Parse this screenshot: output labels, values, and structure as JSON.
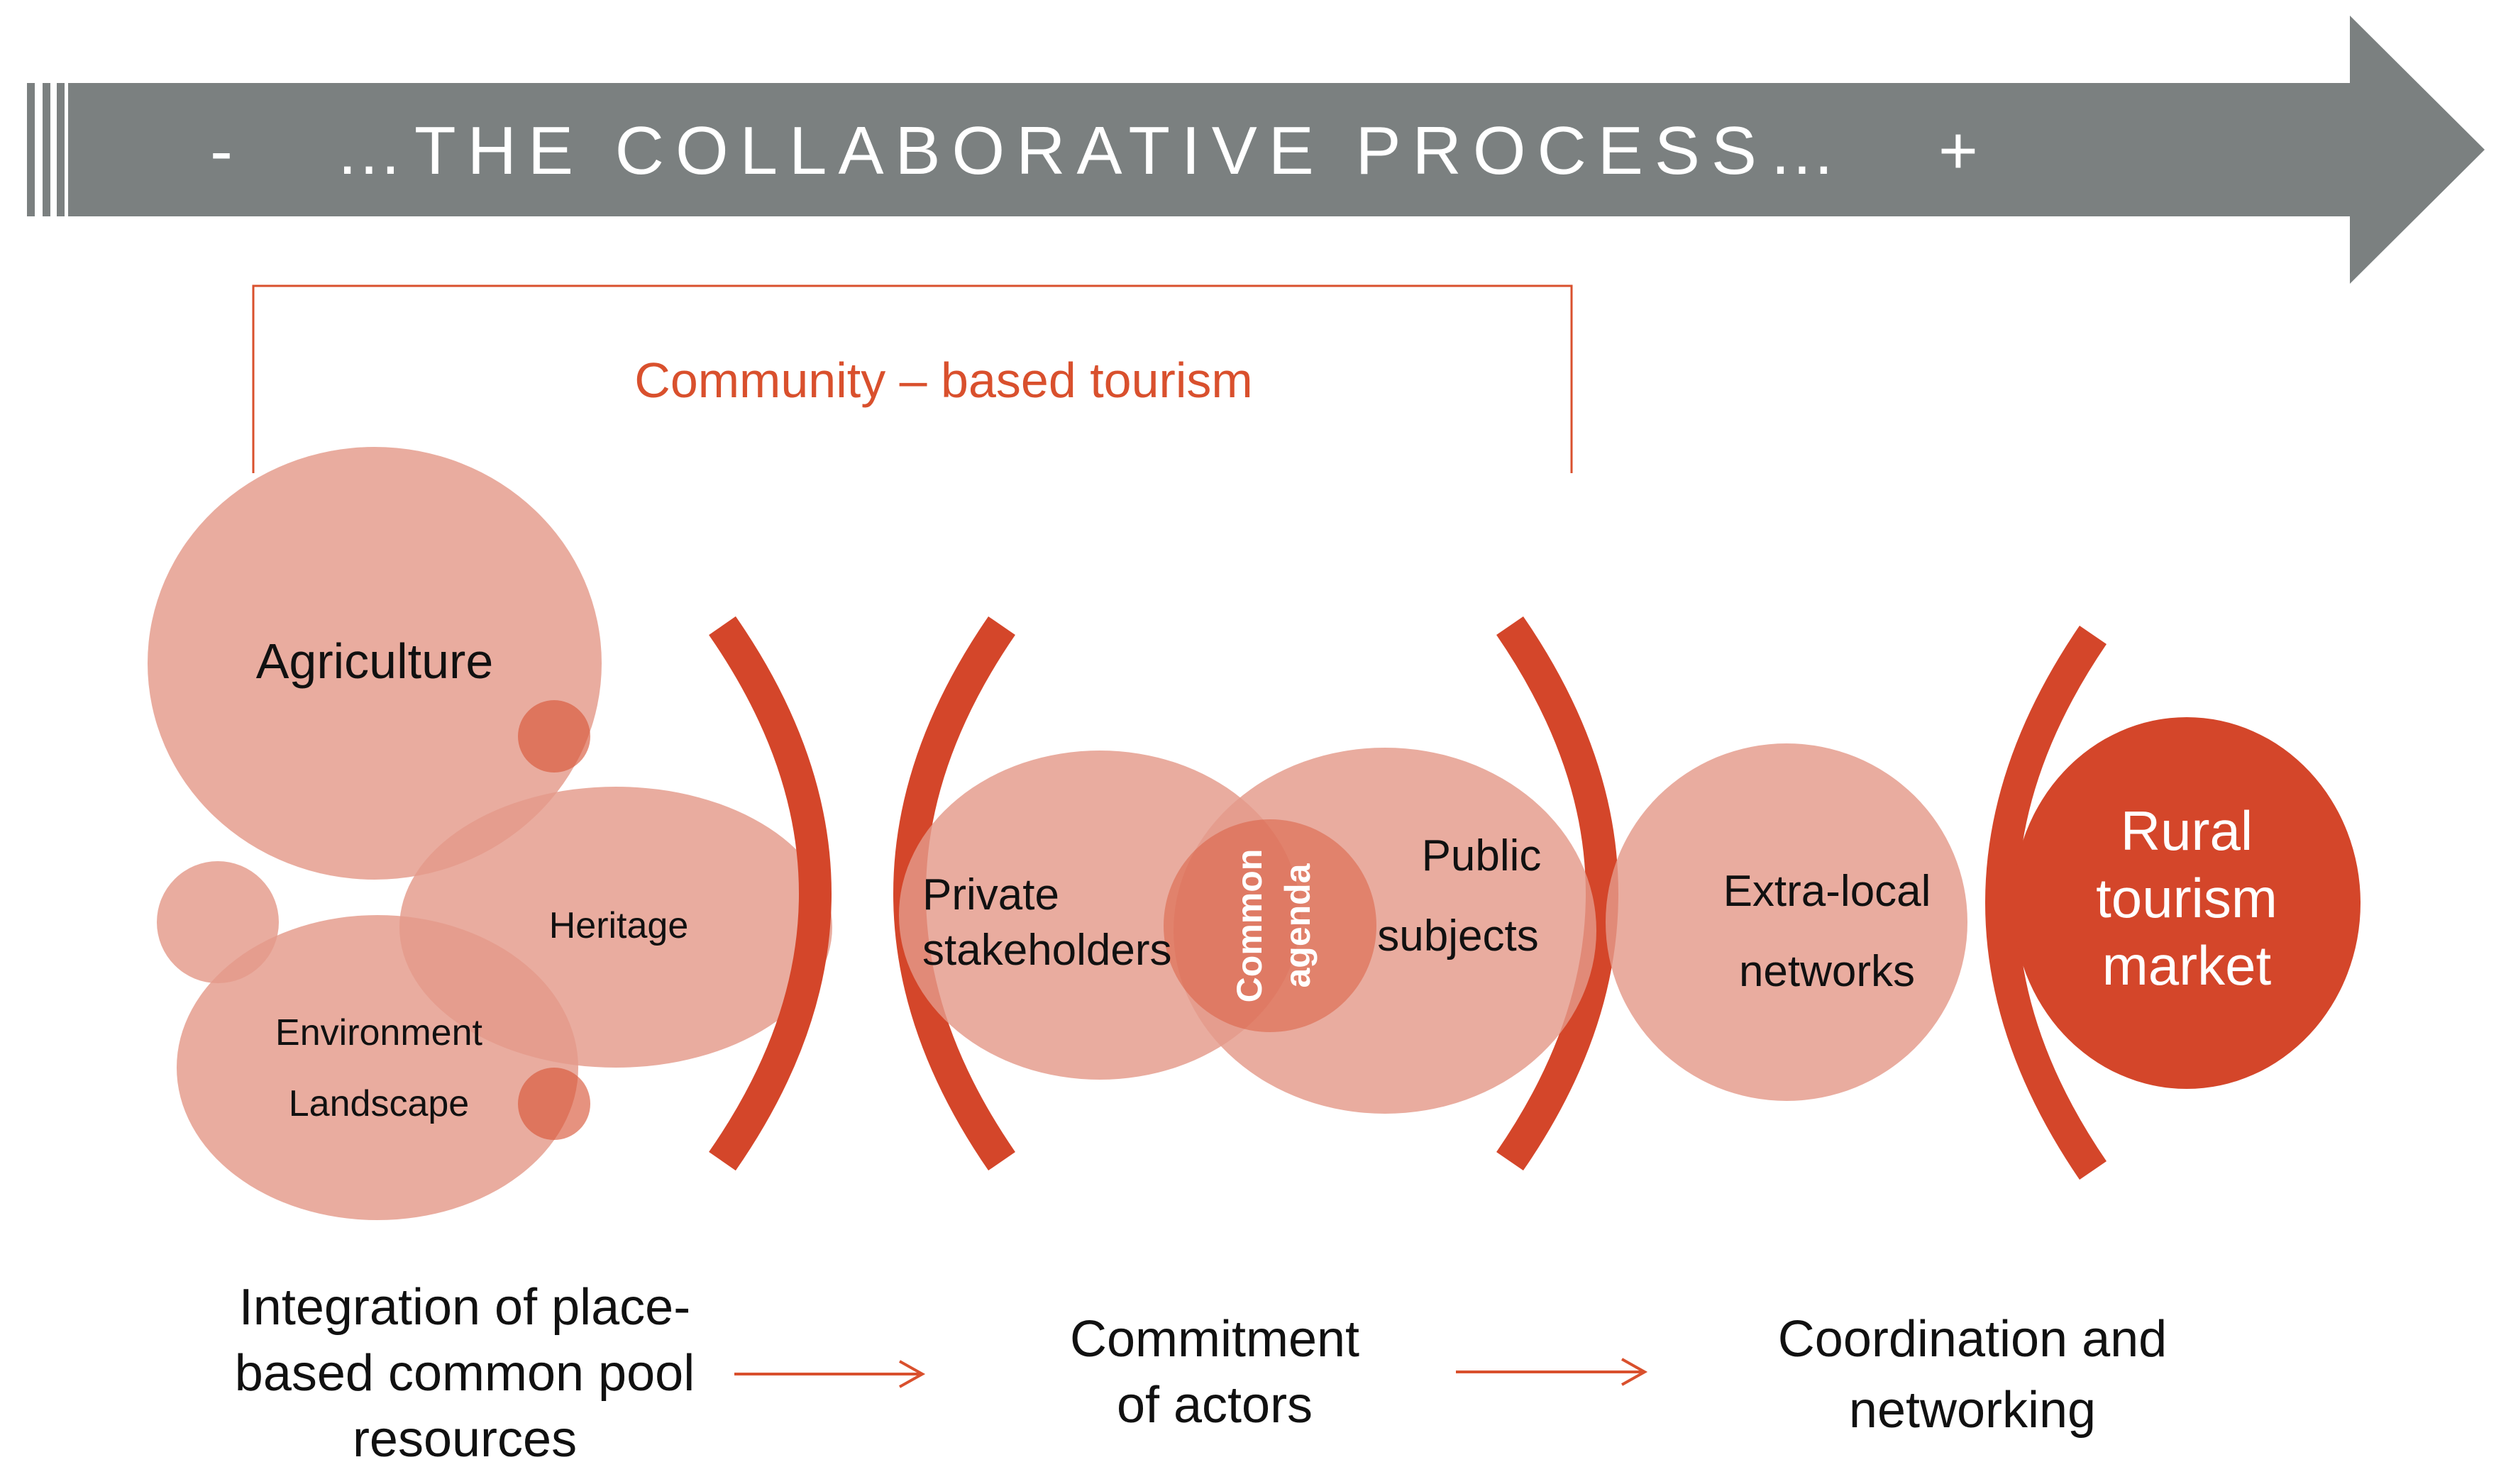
{
  "colors": {
    "arrow_fill": "#7b8080",
    "arrow_text": "#ffffff",
    "accent": "#d9502d",
    "bracket": "#d4462a",
    "circle_light": "#e49a8a",
    "circle_dark": "#d4462a",
    "text_dark": "#111111"
  },
  "header_arrow": {
    "label": "-   …THE COLLABORATIVE PROCESS…   +"
  },
  "bracket_group": {
    "label": "Community – based tourism"
  },
  "circles": {
    "agriculture": "Agriculture",
    "heritage": "Heritage",
    "environment": "Environment",
    "landscape": "Landscape",
    "private_line1": "Private",
    "private_line2": "stakeholders",
    "common_line1": "Common",
    "common_line2": "agenda",
    "public_line1": "Public",
    "public_line2": "subjects",
    "extra_line1": "Extra-local",
    "extra_line2": "networks",
    "rural_line1": "Rural",
    "rural_line2": "tourism",
    "rural_line3": "market"
  },
  "stages": {
    "integration": [
      "Integration of place-",
      "based common pool",
      "resources"
    ],
    "commitment": [
      "Commitment",
      "of actors"
    ],
    "coordination": [
      "Coordination and",
      "networking"
    ]
  }
}
